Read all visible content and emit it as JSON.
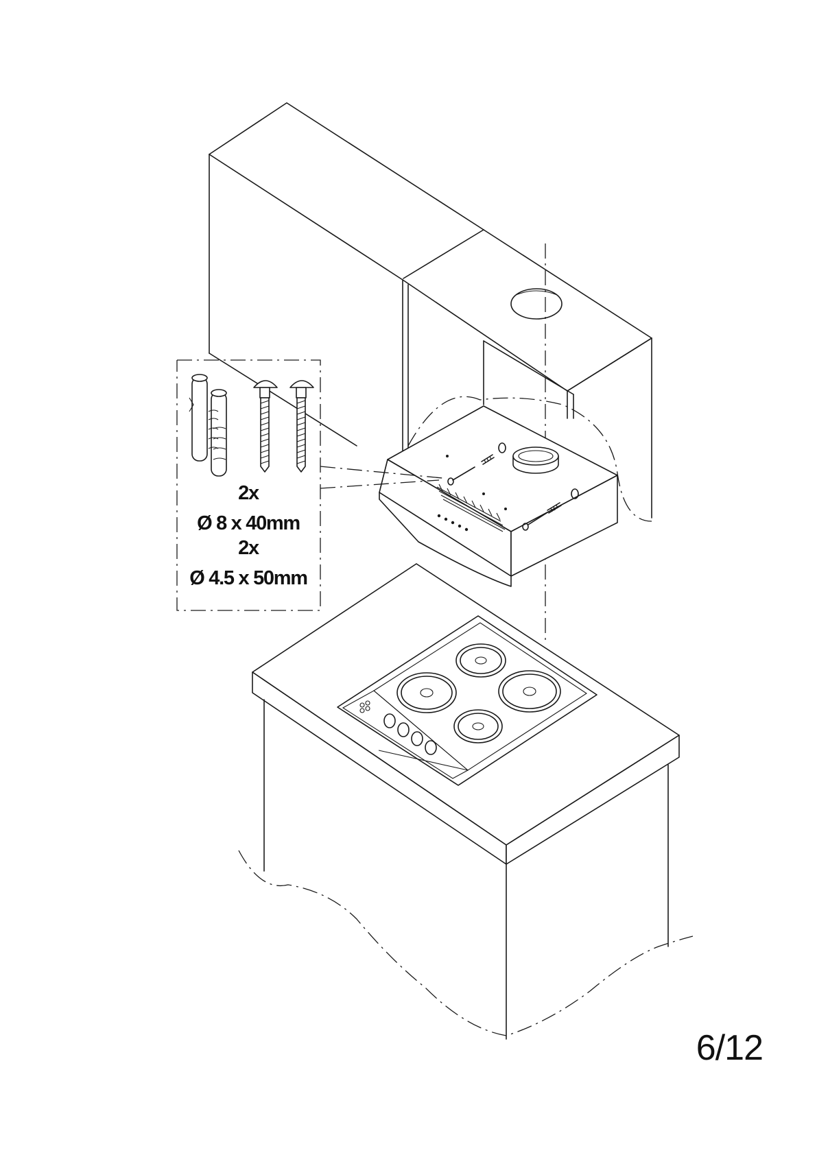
{
  "callout": {
    "anchor_qty": "2x",
    "anchor_size": "Ø 8 x 40mm",
    "screw_qty": "2x",
    "screw_size": "Ø 4.5 x 50mm"
  },
  "page_number": "6/12"
}
